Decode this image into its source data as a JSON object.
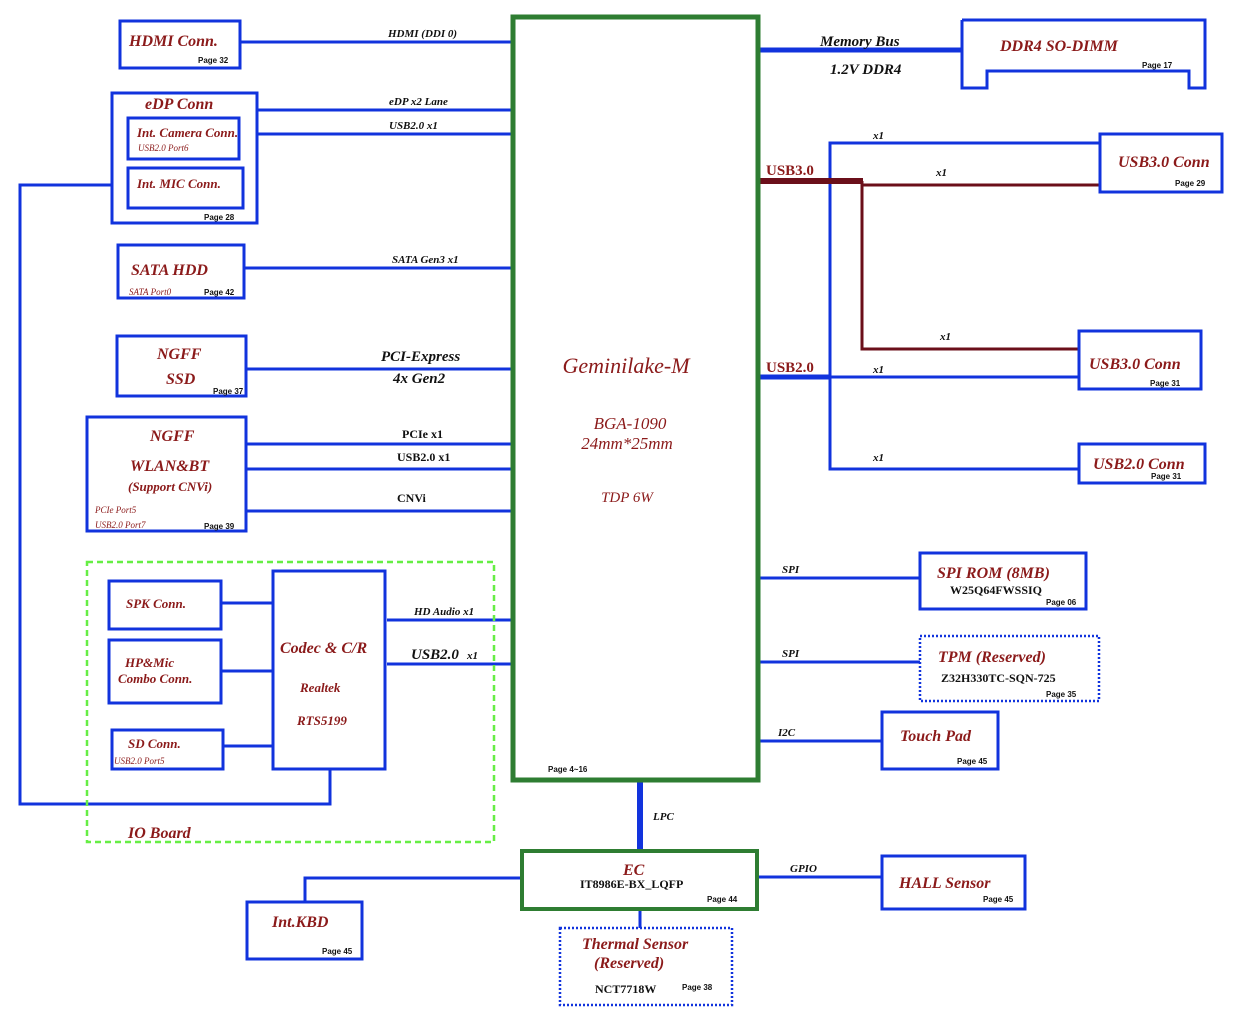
{
  "cpu": {
    "name": "Geminilake-M",
    "package": "BGA-1090",
    "size": "24mm*25mm",
    "tdp": "TDP 6W",
    "page": "Page 4~16"
  },
  "hdmi": {
    "title": "HDMI Conn.",
    "page": "Page 32",
    "link": "HDMI (DDI 0)"
  },
  "edp": {
    "title": "eDP Conn",
    "page": "Page 28",
    "camera": "Int. Camera Conn.",
    "camera_port": "USB2.0 Port6",
    "mic": "Int. MIC Conn.",
    "link_edp": "eDP x2 Lane",
    "link_usb": "USB2.0 x1"
  },
  "sata": {
    "title": "SATA HDD",
    "port": "SATA Port0",
    "page": "Page 42",
    "link": "SATA Gen3 x1"
  },
  "ssd": {
    "title1": "NGFF",
    "title2": "SSD",
    "page": "Page 37",
    "link1": "PCI-Express",
    "link2": "4x Gen2"
  },
  "wlan": {
    "title1": "NGFF",
    "title2": "WLAN&BT",
    "title3": "(Support CNVi)",
    "port1": "PCIe  Port5",
    "port2": "USB2.0 Port7",
    "page": "Page 39",
    "link_pcie": "PCIe x1",
    "link_usb": "USB2.0 x1",
    "link_cnvi": "CNVi"
  },
  "io": {
    "label": "IO Board",
    "spk": "SPK Conn.",
    "hp1": "HP&Mic",
    "hp2": "Combo Conn.",
    "sd": "SD Conn.",
    "sd_port": "USB2.0 Port5",
    "codec1": "Codec & C/R",
    "codec2": "Realtek",
    "codec3": "RTS5199",
    "link_hda": "HD Audio x1",
    "link_usb_a": "USB2.0",
    "link_usb_b": "x1"
  },
  "memory": {
    "bus": "Memory Bus",
    "volt": "1.2V  DDR4",
    "title": "DDR4 SO-DIMM",
    "page": "Page 17"
  },
  "usb": {
    "usb3_label": "USB3.0",
    "usb2_label": "USB2.0",
    "x1": "x1",
    "conn1": "USB3.0 Conn",
    "conn1_page": "Page 29",
    "conn2": "USB3.0 Conn",
    "conn2_page": "Page 31",
    "conn3": "USB2.0 Conn",
    "conn3_page": "Page 31"
  },
  "spirom": {
    "link": "SPI",
    "title": "SPI ROM (8MB)",
    "part": "W25Q64FWSSIQ",
    "page": "Page 06"
  },
  "tpm": {
    "link": "SPI",
    "title": "TPM  (Reserved)",
    "part": "Z32H330TC-SQN-725",
    "page": "Page 35"
  },
  "touchpad": {
    "link": "I2C",
    "title": "Touch Pad",
    "page": "Page 45"
  },
  "ec": {
    "lpc": "LPC",
    "title": "EC",
    "part": "IT8986E-BX_LQFP",
    "page": "Page 44",
    "gpio": "GPIO"
  },
  "hall": {
    "title": "HALL Sensor",
    "page": "Page 45"
  },
  "kbd": {
    "title": "Int.KBD",
    "page": "Page 45"
  },
  "thermal": {
    "title1": "Thermal Sensor",
    "title2": "(Reserved)",
    "part": "NCT7718W",
    "page": "Page 38"
  },
  "colors": {
    "blue": "#1133dd",
    "green": "#2e7d32",
    "maroon": "#6b0f1a",
    "lime": "#66ee44",
    "text_red": "#8b1a1a"
  }
}
